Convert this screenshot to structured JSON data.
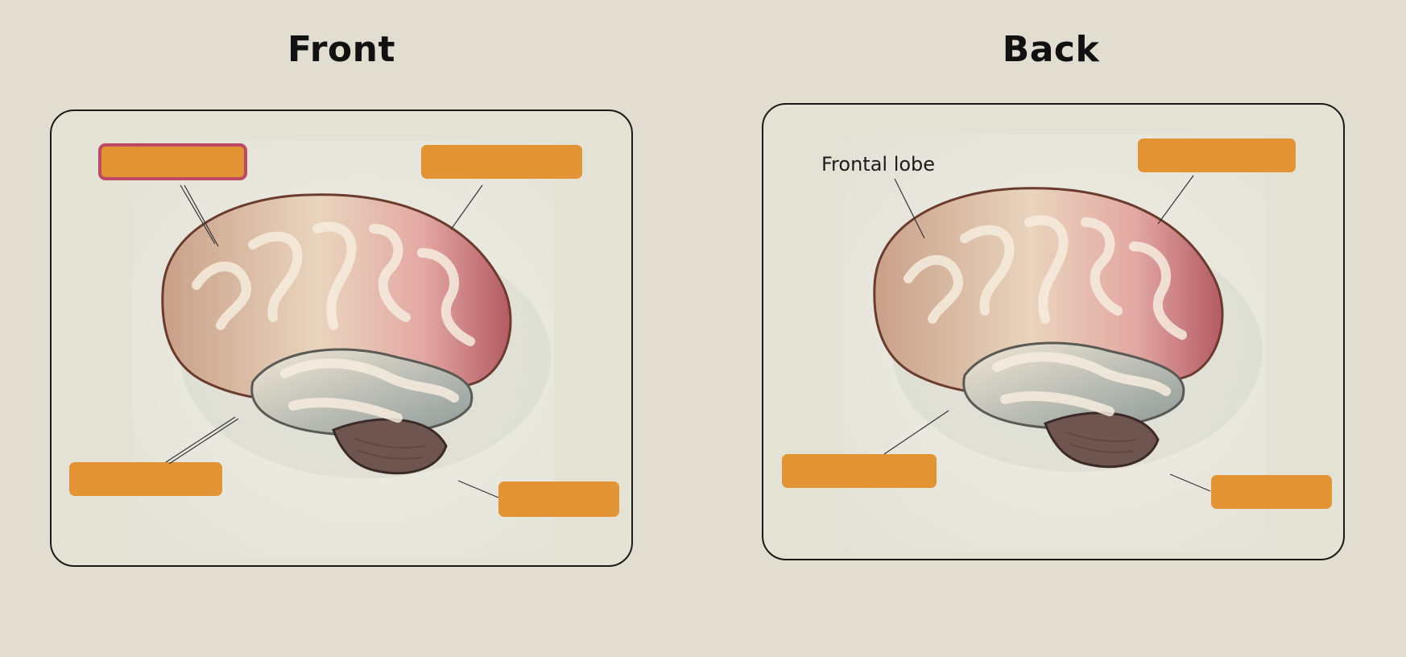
{
  "panels": {
    "front": {
      "title": "Front"
    },
    "back": {
      "title": "Back",
      "revealed_label": "Frontal lobe"
    }
  },
  "colors": {
    "background": "#e1ded1",
    "label_box": "#e29435",
    "selection_outline": "#bd4a64"
  },
  "icons": {
    "illustration": "brain-side-view"
  }
}
